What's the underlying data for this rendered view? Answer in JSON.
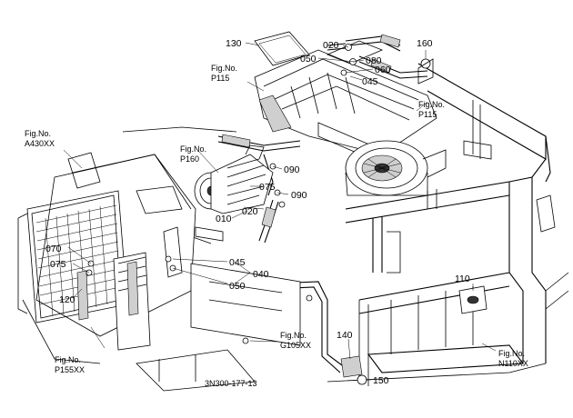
{
  "diagram": {
    "drawing_code": "3N300-177-13",
    "callouts": {
      "c130": "130",
      "c020a": "020",
      "c050a": "050",
      "c080": "080",
      "c060": "060",
      "c045a": "045",
      "c160": "160",
      "c090a": "090",
      "c075a": "075",
      "c090b": "090",
      "c010": "010",
      "c020b": "020",
      "c070": "070",
      "c075b": "075",
      "c120": "120",
      "c045b": "045",
      "c040": "040",
      "c050b": "050",
      "c110": "110",
      "c140": "140",
      "c150": "150"
    },
    "fig_refs": {
      "p115a": {
        "label": "Fig.No.",
        "value": "P115"
      },
      "p115b": {
        "label": "Fig.No.",
        "value": "P115"
      },
      "p160": {
        "label": "Fig.No.",
        "value": "P160"
      },
      "a430": {
        "label": "Fig.No.",
        "value": "A430XX"
      },
      "p155": {
        "label": "Fig.No.",
        "value": "P155XX"
      },
      "g105": {
        "label": "Fig.No.",
        "value": "G105XX"
      },
      "n110": {
        "label": "Fig.No.",
        "value": "N110XX"
      }
    }
  }
}
